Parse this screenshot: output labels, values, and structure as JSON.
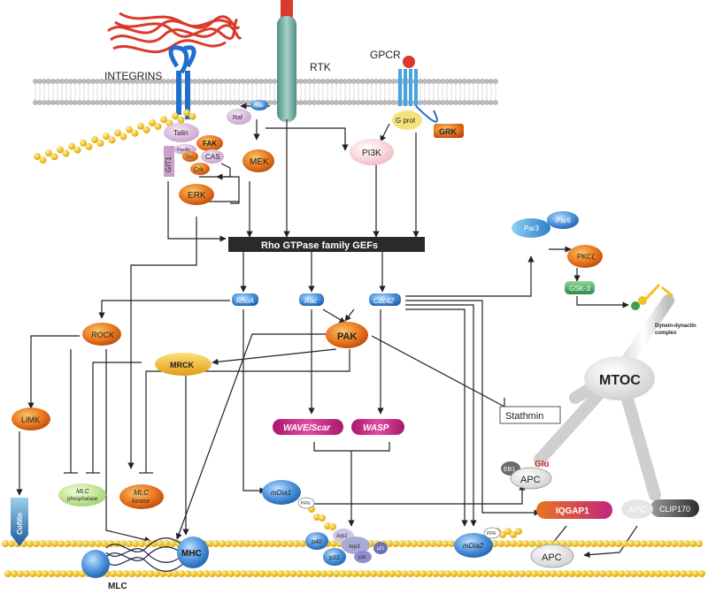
{
  "labels": {
    "integrins": "INTEGRINS",
    "rtk": "RTK",
    "gpcr": "GPCR",
    "talin": "Talin",
    "fak": "FAK",
    "paxillin": "Paxilin",
    "src": "Src",
    "cas": "CAS",
    "crk": "Crk",
    "git1": "GIT1",
    "erk": "ERK",
    "raf": "Raf",
    "ras": "Ras",
    "mek": "MEK",
    "pi3k": "PI3K",
    "gprot": "G prot",
    "grk": "GRK",
    "gef_box": "Rho GTPase family GEFs",
    "rhoa": "RhoA",
    "rac": "Rac",
    "cdc42": "Cdc42",
    "par3": "Par3",
    "par6": "Par6",
    "pkc": "PKCζ",
    "gsk3": "GSK-3",
    "dynein": "Dynein-dynactin",
    "dynein2": "complex",
    "rock": "ROCK",
    "pak": "PAK",
    "mrck": "MRCK",
    "mtoc": "MTOC",
    "limk": "LIMK",
    "stathmin": "Stathmin",
    "wave": "WAVE/Scar",
    "wasp": "WASP",
    "eb1": "EB1",
    "glu": "Glu",
    "apc": "APC",
    "mlc_phos_1": "MLC",
    "mlc_phos_2": "phosphatase",
    "mlc_kin_1": "MLC",
    "mlc_kin_2": "kinase",
    "mdia1": "mDia1",
    "pfn": "PFN",
    "iqgap1": "IQGAP1",
    "apc_faded": "APC",
    "clip170": "CLIP170",
    "cofilin": "Cofilin",
    "p40": "p40",
    "arp2": "Arp2",
    "arp3": "Arp3",
    "p33": "p33",
    "p16": "p16",
    "p21": "p21",
    "mdia2": "mDia2",
    "pfn2": "PFN",
    "mhc": "MHC",
    "apc_bottom": "APC",
    "mlc": "MLC"
  },
  "colors": {
    "orange": "#e8761e",
    "yellow_actin": "#f5c518",
    "membrane": "#b8b8b8",
    "blue_node": "#4a90d9",
    "dark_box": "#2a2a2a",
    "red": "#d93a2b"
  }
}
